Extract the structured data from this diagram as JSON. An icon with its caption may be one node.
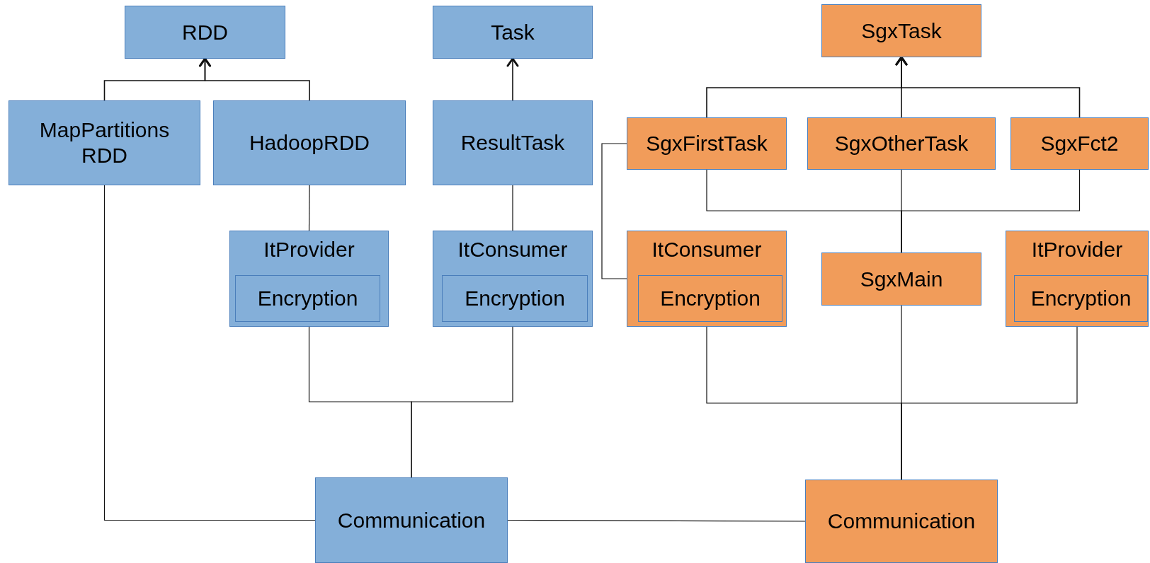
{
  "diagram": {
    "nodes": [
      {
        "text": [
          "RDD"
        ]
      },
      {
        "text": [
          "Task"
        ]
      },
      {
        "text": [
          "SgxTask"
        ]
      },
      {
        "text": [
          "MapPartitions RDD"
        ]
      },
      {
        "text": [
          "HadoopRDD"
        ]
      },
      {
        "text": [
          "ResultTask"
        ]
      },
      {
        "text": [
          "SgxFirstTask"
        ]
      },
      {
        "text": [
          "SgxOtherTask"
        ]
      },
      {
        "text": [
          "SgxFct2"
        ]
      },
      {
        "text": [
          "ItProvider"
        ]
      },
      {
        "text": [
          "Encryption"
        ],
        "in": 9
      },
      {
        "text": [
          "ItConsumer"
        ]
      },
      {
        "text": [
          "Encryption"
        ],
        "in": 11
      },
      {
        "text": [
          "ItConsumer"
        ]
      },
      {
        "text": [
          "Encryption"
        ],
        "in": 13
      },
      {
        "text": [
          "SgxMain"
        ]
      },
      {
        "text": [
          "ItProvider"
        ]
      },
      {
        "text": [
          "Encryption"
        ],
        "in": 16
      },
      {
        "text": [
          "Communication"
        ]
      },
      {
        "text": [
          "Communication"
        ]
      }
    ],
    "edges": [
      {
        "from": 3,
        "to": 0,
        "arrow": "to"
      },
      {
        "from": 4,
        "to": 0,
        "arrow": "to"
      },
      {
        "from": 5,
        "to": 1,
        "arrow": "to"
      },
      {
        "from": 6,
        "to": 2,
        "arrow": "to"
      },
      {
        "from": 7,
        "to": 2,
        "arrow": "to"
      },
      {
        "from": 8,
        "to": 2,
        "arrow": "to"
      },
      {
        "from": 4,
        "to": 9,
        "arrow": "none"
      },
      {
        "from": 5,
        "to": 11,
        "arrow": "none"
      },
      {
        "from": 6,
        "to": 13,
        "arrow": "none"
      },
      {
        "from": 6,
        "to": 15,
        "arrow": "none"
      },
      {
        "from": 7,
        "to": 15,
        "arrow": "none"
      },
      {
        "from": 8,
        "to": 15,
        "arrow": "none"
      },
      {
        "from": 9,
        "to": 18,
        "arrow": "none"
      },
      {
        "from": 11,
        "to": 18,
        "arrow": "none"
      },
      {
        "from": 13,
        "to": 19,
        "arrow": "none"
      },
      {
        "from": 15,
        "to": 19,
        "arrow": "none"
      },
      {
        "from": 16,
        "to": 19,
        "arrow": "none"
      },
      {
        "from": 3,
        "to": 18,
        "arrow": "none"
      },
      {
        "from": 18,
        "to": 19,
        "arrow": "none"
      }
    ]
  }
}
